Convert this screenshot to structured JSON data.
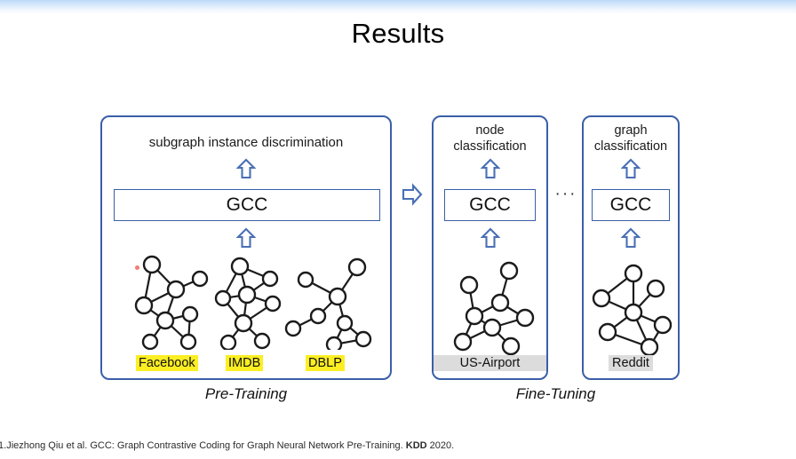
{
  "slide": {
    "title": "Results",
    "top_band_color": "#bcd9f7"
  },
  "diagram": {
    "panels": [
      {
        "id": "pre-training",
        "heading": "subgraph instance discrimination",
        "module_label": "GCC",
        "datasets": [
          {
            "name": "Facebook",
            "highlight": "#fbee23"
          },
          {
            "name": "IMDB",
            "highlight": "#fbee23"
          },
          {
            "name": "DBLP",
            "highlight": "#fbee23"
          }
        ]
      },
      {
        "id": "node-classification",
        "heading": "node\nclassification",
        "heading_line1": "node",
        "heading_line2": "classification",
        "module_label": "GCC",
        "datasets": [
          {
            "name": "US-Airport",
            "highlight": "#dcdcdc"
          }
        ]
      },
      {
        "id": "graph-classification",
        "heading": "graph\nclassification",
        "heading_line1": "graph",
        "heading_line2": "classification",
        "module_label": "GCC",
        "datasets": [
          {
            "name": "Reddit",
            "highlight": "#dcdcdc"
          }
        ]
      }
    ],
    "flow_arrow": "right-arrow-icon",
    "ellipsis": "···",
    "captions": {
      "left": "Pre-Training",
      "right": "Fine-Tuning"
    },
    "up_arrow_icon": "up-arrow-icon",
    "border_color": "#3a5fa8"
  },
  "footer": {
    "index": "1.",
    "citation_before": "Jiezhong Qiu et al. GCC: Graph Contrastive Coding for Graph Neural Network Pre-Training. ",
    "venue": "KDD",
    "citation_after": " 2020."
  }
}
